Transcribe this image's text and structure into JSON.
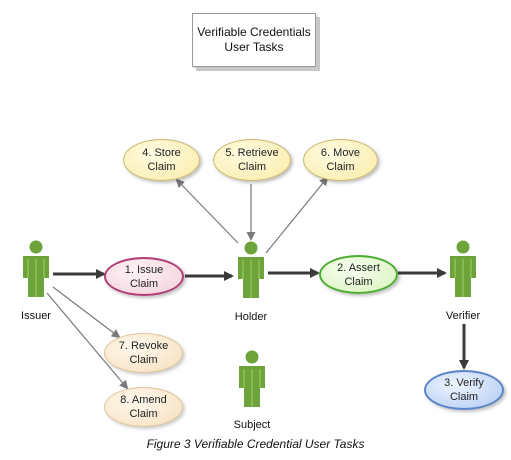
{
  "title": {
    "line1": "Verifiable Credentials",
    "line2": "User Tasks"
  },
  "actors": {
    "issuer": "Issuer",
    "holder": "Holder",
    "verifier": "Verifier",
    "subject": "Subject"
  },
  "use_cases": {
    "issue": {
      "line1": "1. Issue",
      "line2": "Claim"
    },
    "assert": {
      "line1": "2. Assert",
      "line2": "Claim"
    },
    "verify": {
      "line1": "3. Verify",
      "line2": "Claim"
    },
    "store": {
      "line1": "4. Store",
      "line2": "Claim"
    },
    "retrieve": {
      "line1": "5. Retrieve",
      "line2": "Claim"
    },
    "move": {
      "line1": "6. Move",
      "line2": "Claim"
    },
    "revoke": {
      "line1": "7. Revoke",
      "line2": "Claim"
    },
    "amend": {
      "line1": "8. Amend",
      "line2": "Claim"
    }
  },
  "caption": "Figure 3 Verifiable Credential User Tasks",
  "colors": {
    "actor": "#6ea33b",
    "arrow_dark": "#3a3a3a",
    "arrow_light": "#7a7a7a",
    "issue_border": "#b23d76",
    "assert_border": "#4dad33",
    "verify_border": "#5a84c7"
  }
}
